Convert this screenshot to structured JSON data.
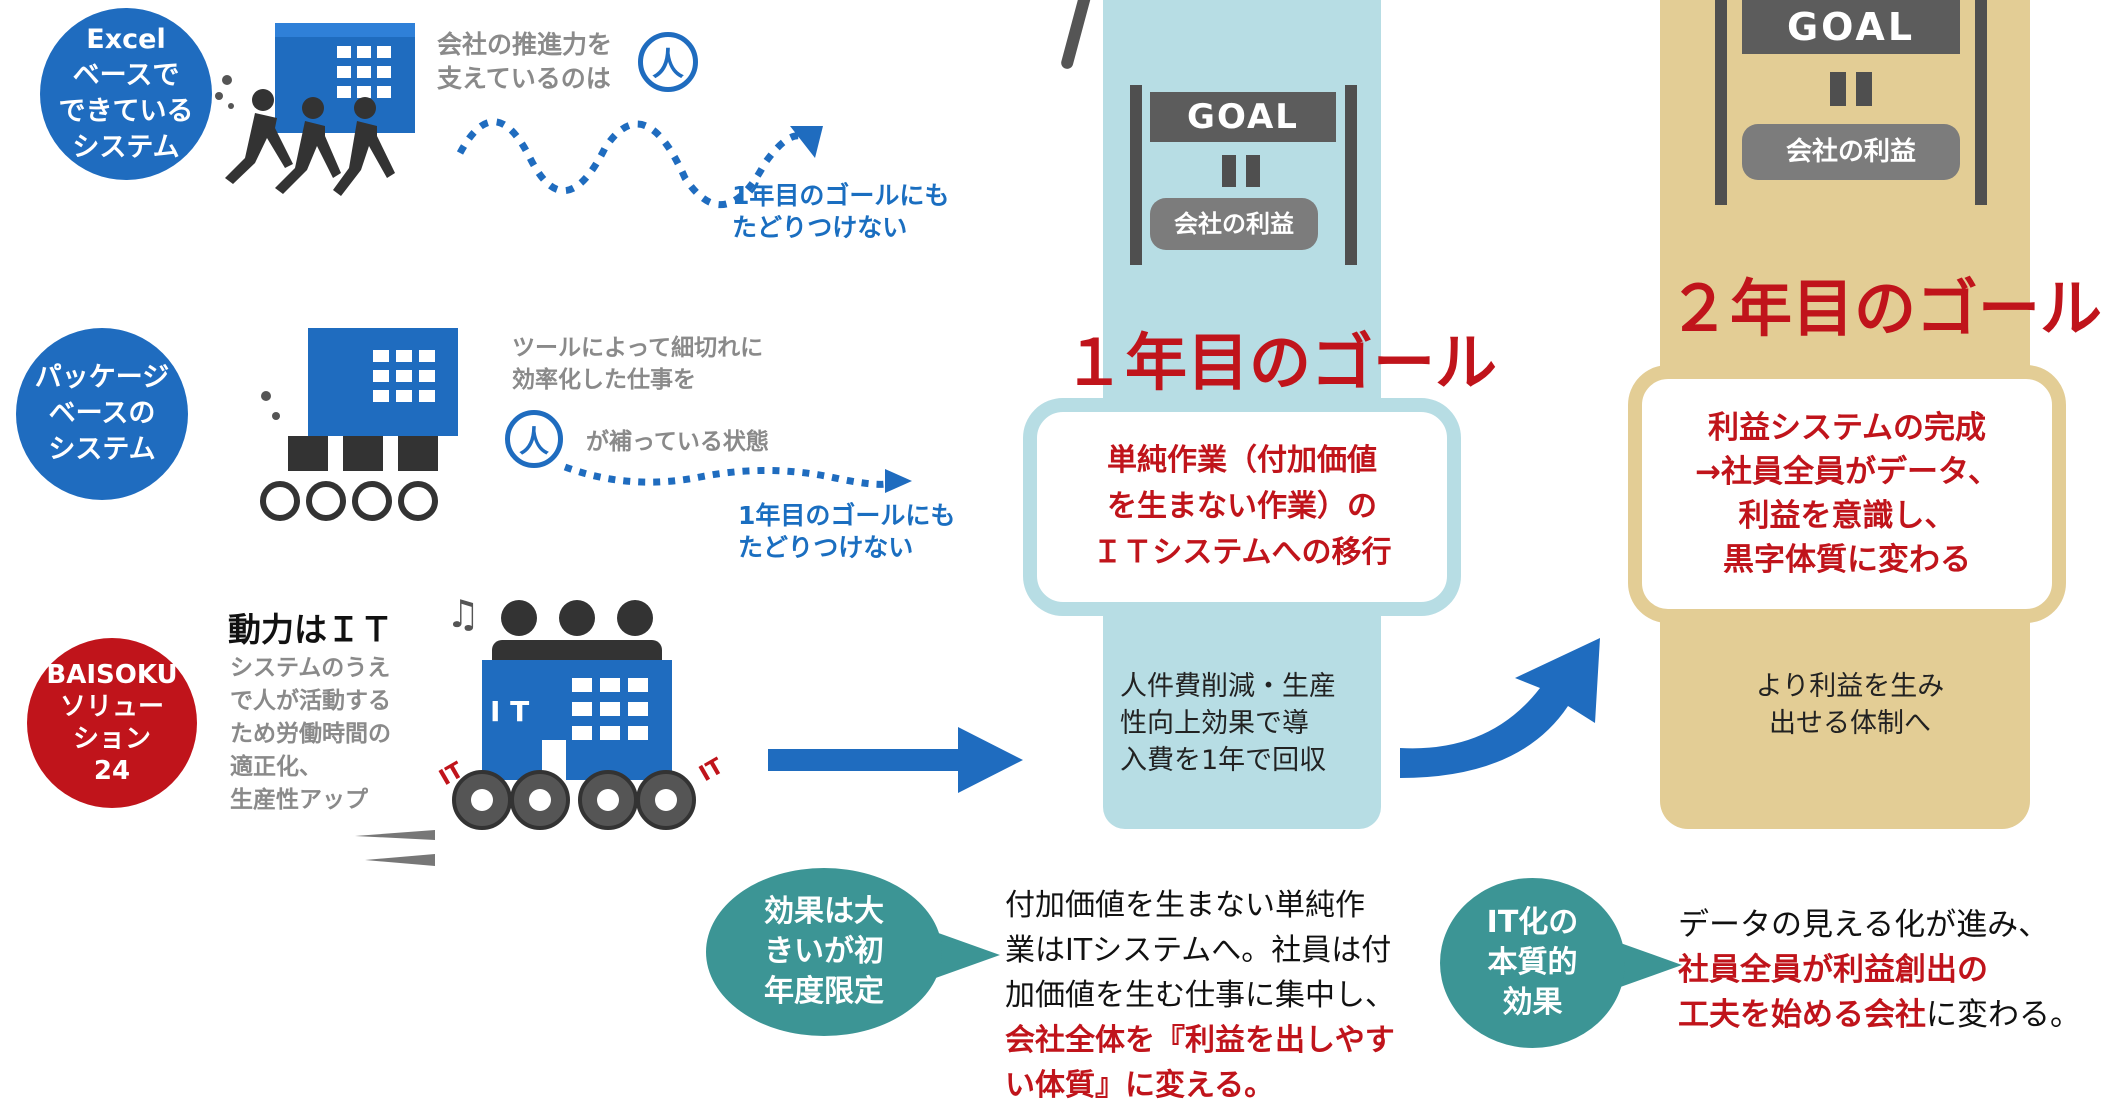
{
  "rows": [
    {
      "badge": "Excel\nベースで\nできている\nシステム",
      "desc": "会社の推進力を\n支えているのは",
      "person_glyph": "人",
      "result": "1年目のゴールにも\nたどりつけない"
    },
    {
      "badge": "パッケージ\nベースの\nシステム",
      "desc": "ツールによって細切れに\n効率化した仕事を",
      "person_glyph": "人",
      "desc2": "が補っている状態",
      "result": "1年目のゴールにも\nたどりつけない"
    },
    {
      "badge": "BAISOKU\nソリュー\nション\n24",
      "heading": "動力はＩＴ",
      "desc": "システムのうえ\nで人が活動する\nため労働時間の\n適正化、\n生産性アップ",
      "building_label": "I T",
      "wheel_label": "IT"
    }
  ],
  "goal1": {
    "sign_word": "GOAL",
    "equals": "॥",
    "sign_sub": "会社の利益",
    "title": "１年目のゴール",
    "box": "単純作業（付加価値\nを生まない作業）の\nＩＴシステムへの移行",
    "note": "人件費削減・生産\n性向上効果で導\n入費を1年で回収"
  },
  "goal2": {
    "sign_word": "GOAL",
    "equals": "॥",
    "sign_sub": "会社の利益",
    "title": "２年目のゴール",
    "box": "利益システムの完成\n→社員全員がデータ、\n利益を意識し、\n黒字体質に変わる",
    "note": "より利益を生み\n出せる体制へ"
  },
  "callout1": {
    "bubble": "効果は大\nきいが初\n年度限定",
    "text_plain": "付加価値を生まない単純作\n業はITシステムへ。社員は付\n加価値を生む仕事に集中し、\n",
    "text_bold": "会社全体を『利益を出しやす\nい体質』に変える。"
  },
  "callout2": {
    "bubble": "IT化の\n本質的\n効果",
    "text_plain1": "データの見える化が進み、\n",
    "text_bold": "社員全員が利益創出の\n工夫を始める会社",
    "text_plain2": "に変わる。"
  },
  "colors": {
    "blue": "#1f6cbf",
    "red": "#c0141b",
    "teal": "#3c9595",
    "column1": "#b7dde4",
    "column2": "#e3cd95",
    "gray_text": "#8a8a8a"
  },
  "icons": [
    "building-icon",
    "running-people-icon",
    "bicycle-people-icon",
    "wheels-icon",
    "music-note-icon",
    "arrow-right-icon",
    "curved-arrow-icon",
    "goal-sign-icon"
  ]
}
